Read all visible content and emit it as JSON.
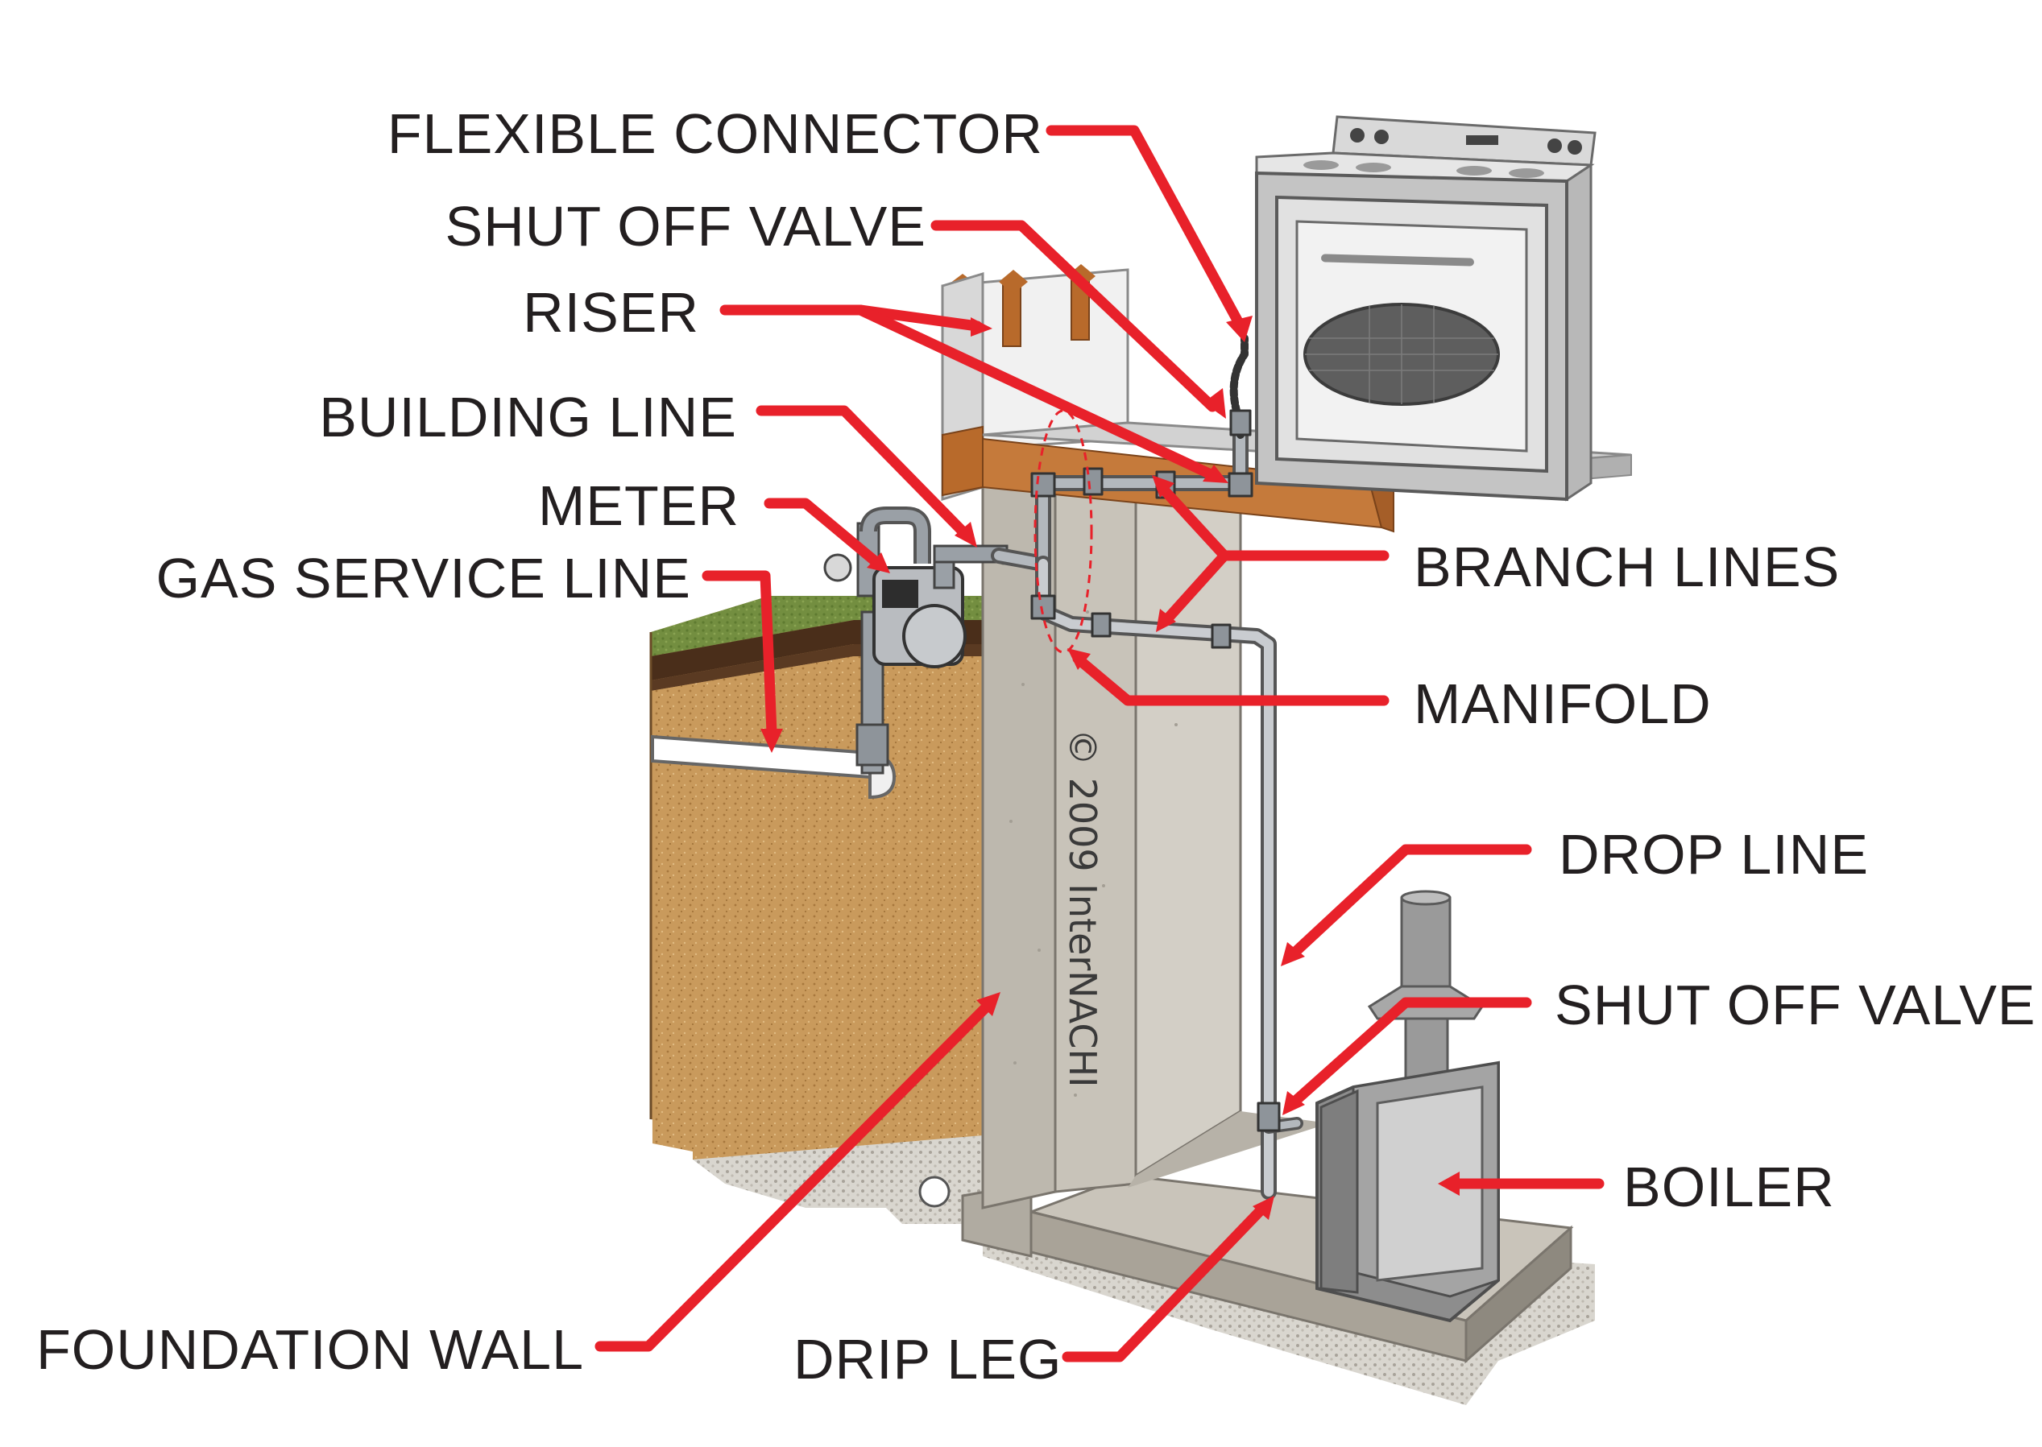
{
  "labels": {
    "flexible_connector": "FLEXIBLE CONNECTOR",
    "shut_off_valve_top": "SHUT OFF VALVE",
    "riser": "RISER",
    "building_line": "BUILDING LINE",
    "meter": "METER",
    "gas_service_line": "GAS SERVICE LINE",
    "branch_lines": "BRANCH LINES",
    "manifold": "MANIFOLD",
    "drop_line": "DROP LINE",
    "shut_off_valve_bottom": "SHUT OFF VALVE",
    "boiler": "BOILER",
    "foundation_wall": "FOUNDATION WALL",
    "drip_leg": "DRIP LEG"
  },
  "watermark": "© 2009 InterNACHI",
  "colors": {
    "arrow": "#e8212a",
    "text": "#231f20",
    "soil": "#c79a5f",
    "grass": "#6e8a3e",
    "concrete": "#b9b4aa",
    "wood": "#b5682e",
    "appliance": "#c4c4c4",
    "pipe": "#9aa0a6"
  }
}
